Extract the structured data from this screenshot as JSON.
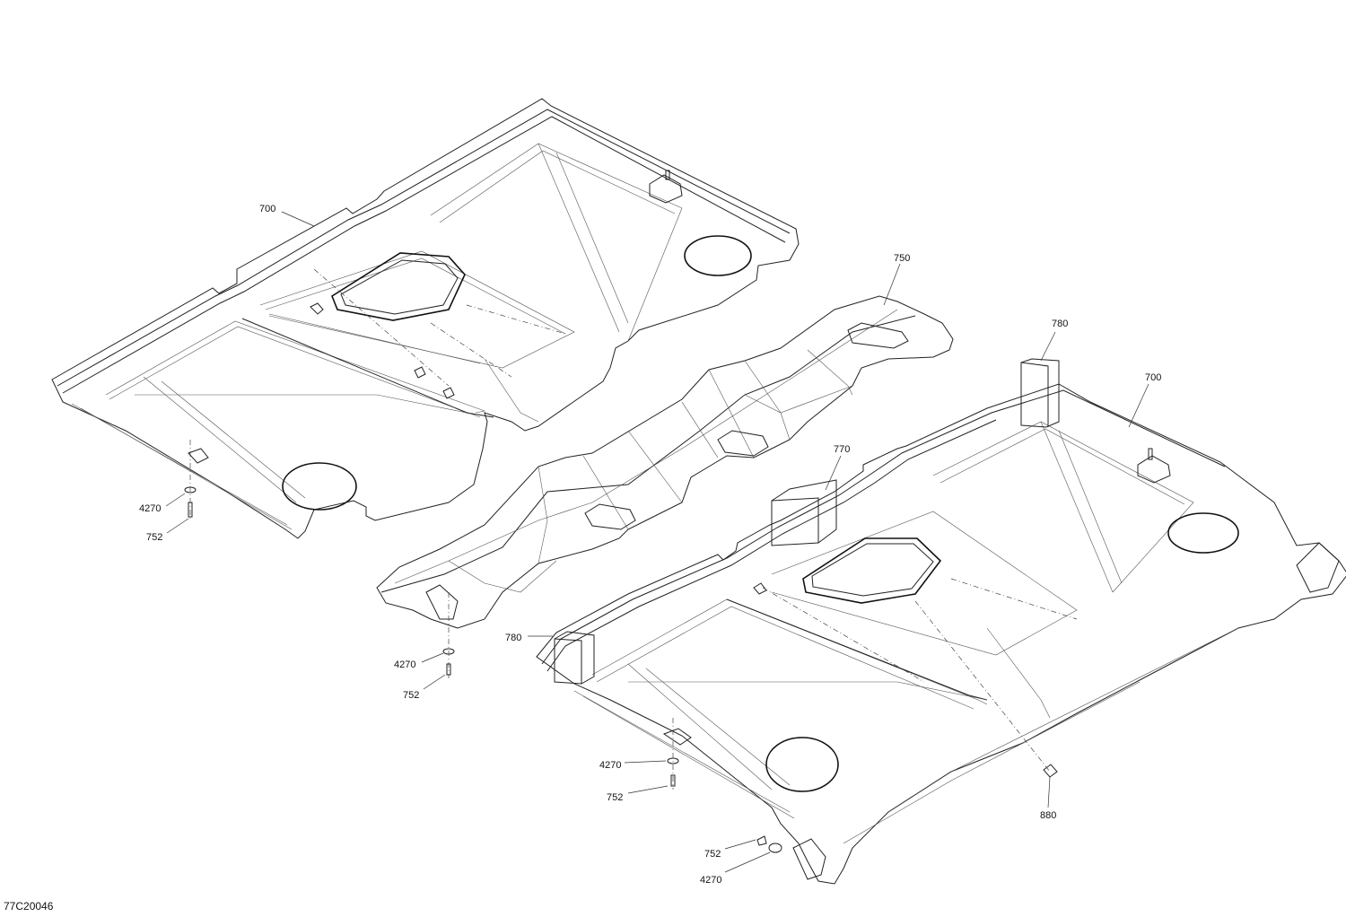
{
  "drawing_code": "77C20046",
  "callouts": {
    "c700a": "700",
    "c4270a": "4270",
    "c752a": "752",
    "c750": "750",
    "c4270b": "4270",
    "c752b": "752",
    "c780a": "780",
    "c770": "770",
    "c780b": "780",
    "c700b": "700",
    "c4270c": "4270",
    "c752c": "752",
    "c752d": "752",
    "c4270d": "4270",
    "c880": "880"
  }
}
